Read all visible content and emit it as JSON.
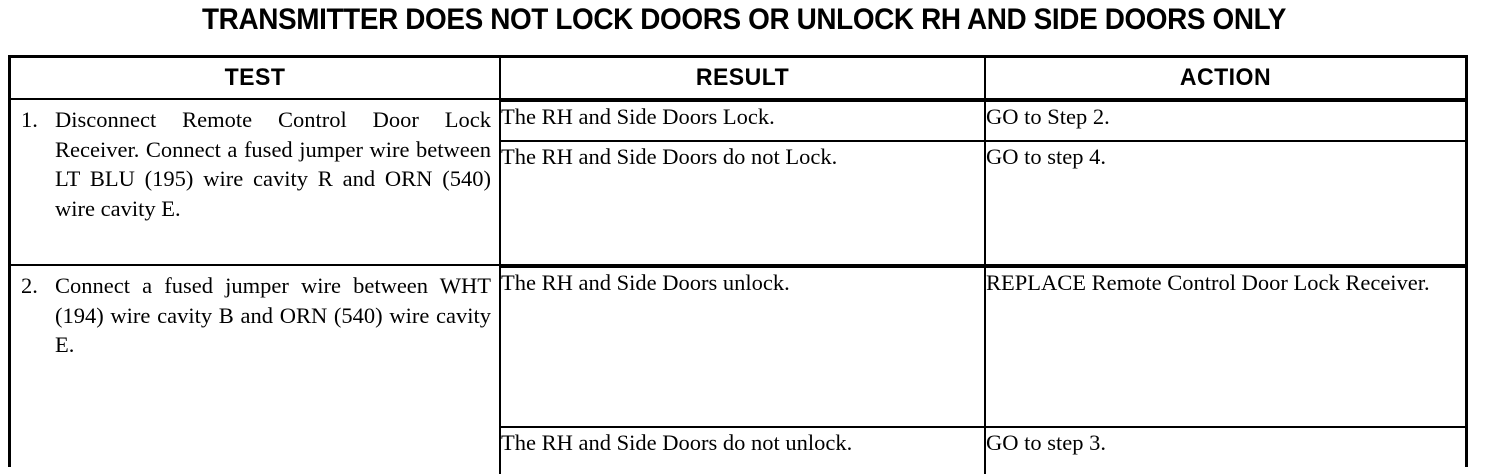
{
  "document": {
    "title": "TRANSMITTER DOES NOT LOCK DOORS OR UNLOCK RH AND SIDE DOORS ONLY"
  },
  "table": {
    "headers": {
      "test": "TEST",
      "result": "RESULT",
      "action": "ACTION"
    },
    "rows": [
      {
        "number": "1.",
        "test": "Disconnect Remote Control Door Lock Receiver. Connect a fused jumper wire between LT BLU (195) wire cavity R and ORN (540) wire cavity E.",
        "outcomes": [
          {
            "result": "The RH and Side Doors Lock.",
            "action": "GO to Step 2."
          },
          {
            "result": "The RH and Side Doors do not Lock.",
            "action": "GO to step 4."
          }
        ]
      },
      {
        "number": "2.",
        "test": "Connect a fused jumper wire between WHT (194) wire cavity B and ORN (540) wire cavity E.",
        "outcomes": [
          {
            "result": "The RH and Side Doors unlock.",
            "action": "REPLACE Remote Control Door Lock Receiver."
          },
          {
            "result": "The RH and Side Doors do not unlock.",
            "action": "GO to step 3."
          }
        ]
      }
    ]
  },
  "colors": {
    "ink": "#000000",
    "paper": "#ffffff"
  }
}
